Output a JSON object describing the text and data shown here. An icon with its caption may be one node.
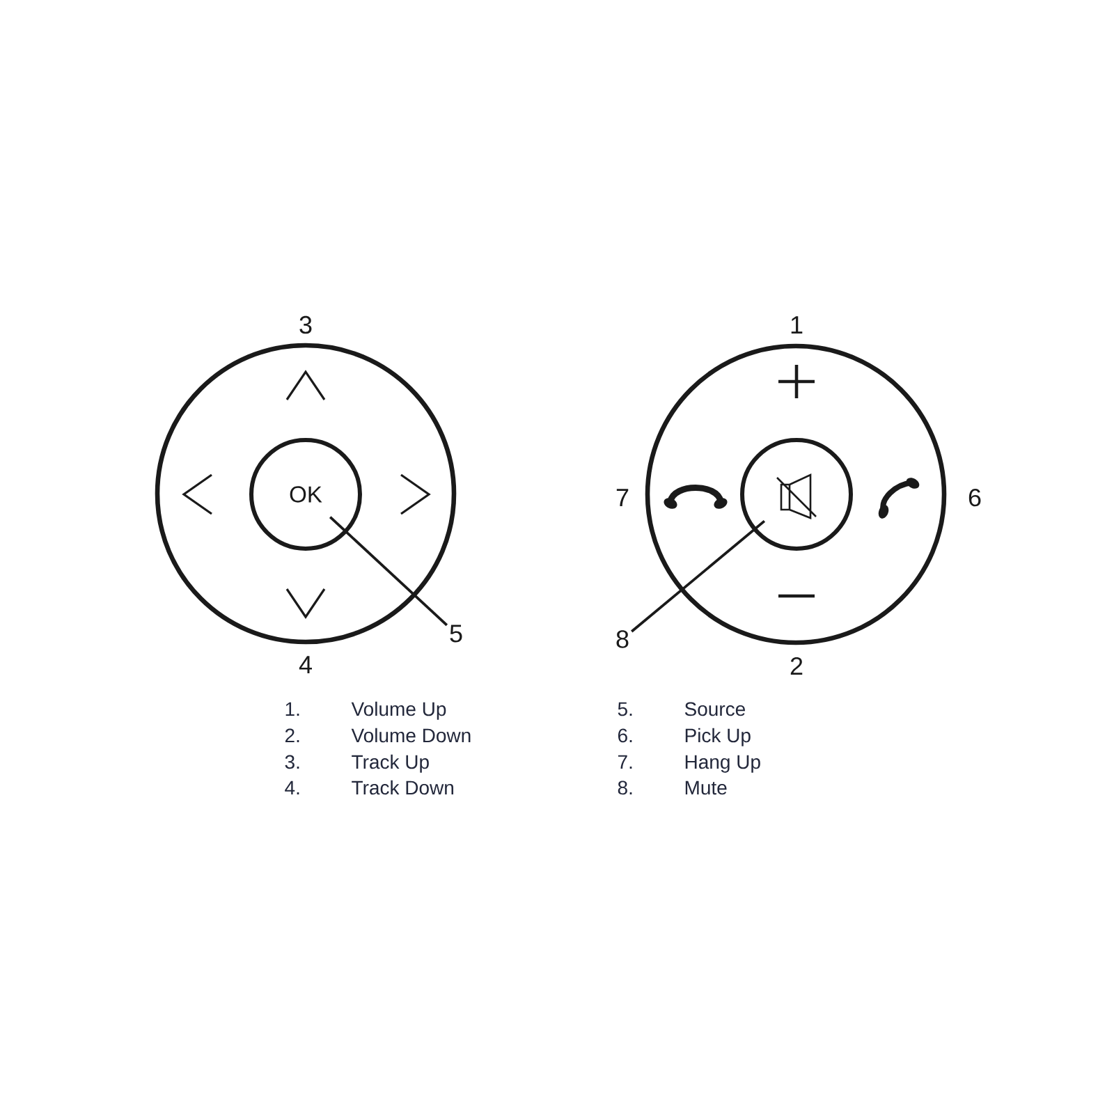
{
  "diagram": {
    "nodes": [
      {
        "text": [],
        "shape": "circle"
      },
      {
        "text": [
          "OK"
        ],
        "in": 0
      },
      {
        "text": [
          "5"
        ]
      },
      {
        "text": [],
        "shape": "circle"
      },
      {
        "text": [],
        "shape": "circle",
        "in": 3
      },
      {
        "text": [
          "8"
        ]
      }
    ],
    "edges": [
      {
        "from": 2,
        "to": 1,
        "arrow": "none"
      },
      {
        "from": 5,
        "to": 4,
        "arrow": "none"
      }
    ],
    "labels": [
      "3",
      "1",
      "7",
      "6",
      "4",
      "2",
      "1.",
      "Volume Up",
      "5.",
      "Source",
      "2.",
      "Volume Down",
      "6.",
      "Pick Up",
      "3.",
      "Track Up",
      "7.",
      "Hang Up",
      "4.",
      "Track Down",
      "8.",
      "Mute"
    ]
  }
}
